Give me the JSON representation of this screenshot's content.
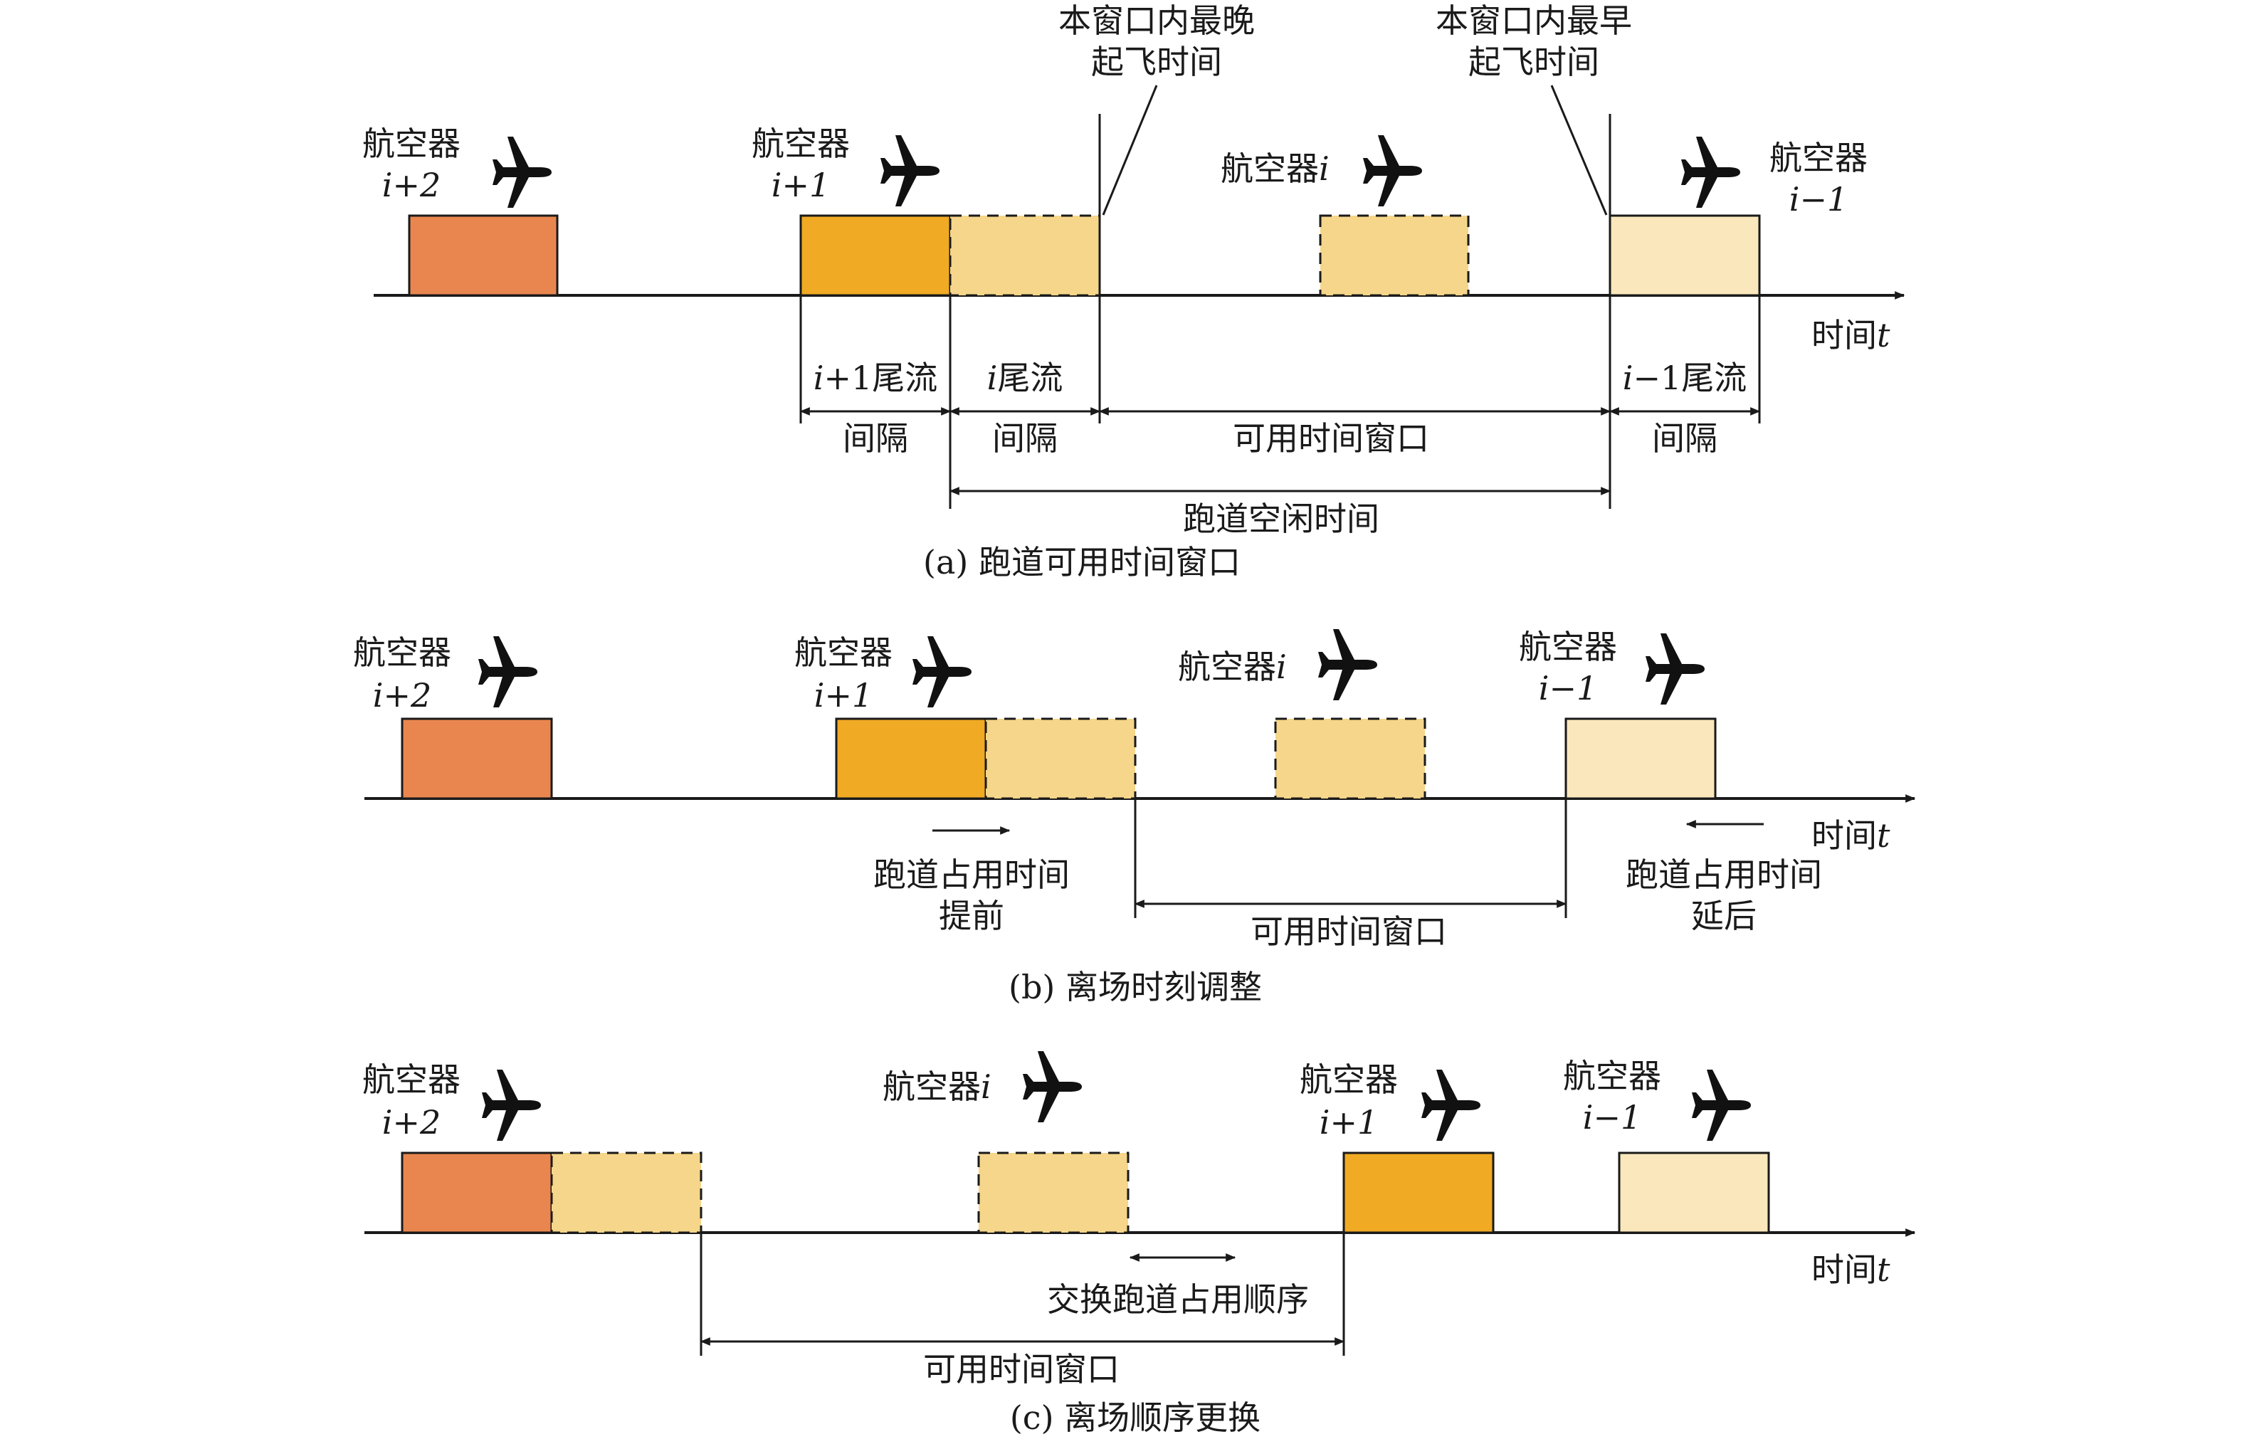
{
  "colors": {
    "aircraft_i_plus_2": "#E9864F",
    "aircraft_i_plus_1": "#F0AA24",
    "wake_separation": "#F5D68A",
    "aircraft_i": "#F5D68A",
    "aircraft_i_minus_1": "#FAE8BC",
    "line": "#1a1a1a"
  },
  "common": {
    "aircraft": "航空器",
    "i_plus_2": "i+2",
    "i_plus_1": "i+1",
    "i": "i",
    "i_minus_1": "i−1",
    "time_axis": "时间",
    "time_var": "t",
    "plane_icon": "plane-icon"
  },
  "panel_a": {
    "caption": "(a) 跑道可用时间窗口",
    "latest_takeoff_line1": "本窗口内最晚",
    "latest_takeoff_line2": "起飞时间",
    "earliest_takeoff_line1": "本窗口内最早",
    "earliest_takeoff_line2": "起飞时间",
    "wake_i_plus_1_var": "i",
    "wake_i_plus_1_rest": "+1尾流",
    "wake_i_var": "i",
    "wake_i_rest": "尾流",
    "wake_i_minus_1_var": "i",
    "wake_i_minus_1_rest": "−1尾流",
    "interval": "间隔",
    "available_window": "可用时间窗口",
    "runway_idle": "跑道空闲时间"
  },
  "panel_b": {
    "caption": "(b) 离场时刻调整",
    "advance_line1": "跑道占用时间",
    "advance_line2": "提前",
    "delay_line1": "跑道占用时间",
    "delay_line2": "延后",
    "available_window": "可用时间窗口"
  },
  "panel_c": {
    "caption": "(c) 离场顺序更换",
    "swap_order": "交换跑道占用顺序",
    "available_window": "可用时间窗口"
  }
}
